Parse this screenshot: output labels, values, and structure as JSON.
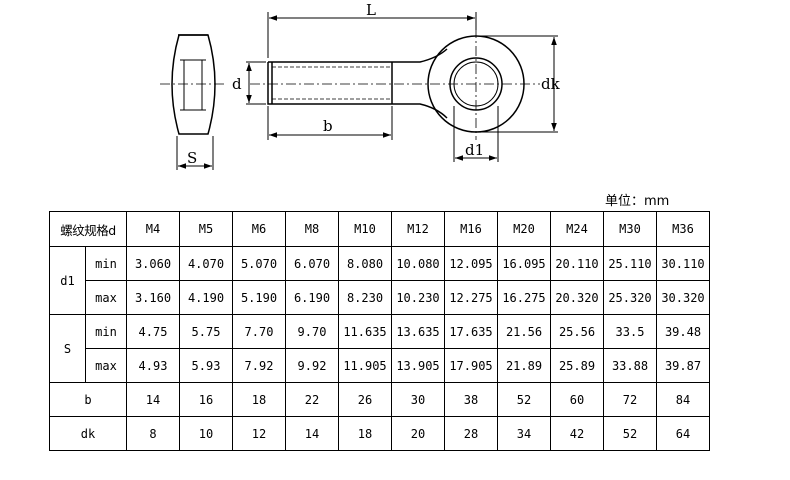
{
  "drawing": {
    "labels": {
      "L": "L",
      "d": "d",
      "dk": "dk",
      "b": "b",
      "d1": "d1",
      "S": "S"
    }
  },
  "unit_label": "单位：mm",
  "table": {
    "corner": "螺纹规格d",
    "sizes": [
      "M4",
      "M5",
      "M6",
      "M8",
      "M10",
      "M12",
      "M16",
      "M20",
      "M24",
      "M30",
      "M36"
    ],
    "d1": {
      "label": "d1",
      "min": {
        "label": "min",
        "values": [
          "3.060",
          "4.070",
          "5.070",
          "6.070",
          "8.080",
          "10.080",
          "12.095",
          "16.095",
          "20.110",
          "25.110",
          "30.110"
        ]
      },
      "max": {
        "label": "max",
        "values": [
          "3.160",
          "4.190",
          "5.190",
          "6.190",
          "8.230",
          "10.230",
          "12.275",
          "16.275",
          "20.320",
          "25.320",
          "30.320"
        ]
      }
    },
    "s": {
      "label": "S",
      "min": {
        "label": "min",
        "values": [
          "4.75",
          "5.75",
          "7.70",
          "9.70",
          "11.635",
          "13.635",
          "17.635",
          "21.56",
          "25.56",
          "33.5",
          "39.48"
        ]
      },
      "max": {
        "label": "max",
        "values": [
          "4.93",
          "5.93",
          "7.92",
          "9.92",
          "11.905",
          "13.905",
          "17.905",
          "21.89",
          "25.89",
          "33.88",
          "39.87"
        ]
      }
    },
    "b": {
      "label": "b",
      "values": [
        "14",
        "16",
        "18",
        "22",
        "26",
        "30",
        "38",
        "52",
        "60",
        "72",
        "84"
      ]
    },
    "dk": {
      "label": "dk",
      "values": [
        "8",
        "10",
        "12",
        "14",
        "18",
        "20",
        "28",
        "34",
        "42",
        "52",
        "64"
      ]
    }
  }
}
